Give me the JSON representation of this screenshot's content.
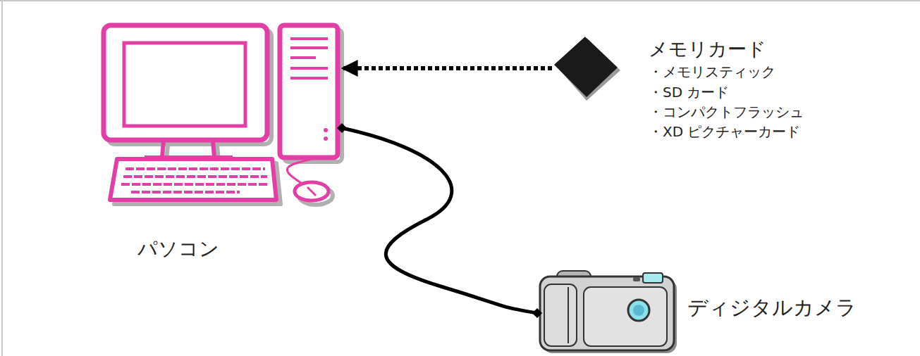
{
  "diagram": {
    "nodes": [
      {
        "text": [
          "パソコン"
        ]
      },
      {
        "text": [
          "メモリカード",
          "・メモリスティック",
          "・SD カード",
          "・コンパクトフラッシュ",
          "・XD ピクチャーカード"
        ]
      },
      {
        "text": [
          "ディジタルカメラ"
        ]
      }
    ],
    "edges": [
      {
        "from": 1,
        "to": 0,
        "arrow": "to"
      },
      {
        "from": 0,
        "to": 2,
        "arrow": "none"
      }
    ]
  }
}
